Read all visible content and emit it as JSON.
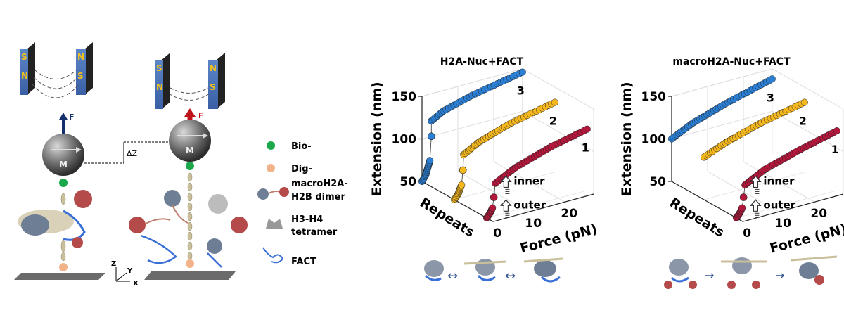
{
  "schematic": {
    "magnet_left": {
      "s": "S",
      "n": "N"
    },
    "magnet_right": {
      "n": "N",
      "s": "S"
    },
    "force_label": "F",
    "bead_label": "M",
    "delta_z": "ΔZ",
    "axes": {
      "z": "Z",
      "y": "Y",
      "x": "X"
    },
    "legend": [
      {
        "label": "Bio-",
        "color": "#1aa84a"
      },
      {
        "label": "Dig-",
        "color": "#f2b38a"
      },
      {
        "label": "macroH2A-",
        "label2": "H2B dimer"
      },
      {
        "label": "H3-H4",
        "label2": "tetramer"
      },
      {
        "label": "FACT"
      }
    ],
    "colors": {
      "force_dark": "#14306b",
      "force_red": "#c0141c",
      "dimer": "#b44a4a",
      "tetramer": "#8d8d8d",
      "fact": "#3a6fd8"
    }
  },
  "chart_data": [
    {
      "type": "scatter",
      "title": "H2A-Nuc+FACT",
      "xlabel": "Force (pN)",
      "ylabel": "Extension (nm)",
      "depth_label": "Repeats",
      "xticks": [
        "0",
        "10",
        "20"
      ],
      "yticks": [
        "50",
        "100",
        "150"
      ],
      "xlim": [
        0,
        28
      ],
      "ylim": [
        50,
        150
      ],
      "annotations": [
        "inner",
        "outer"
      ],
      "series": [
        {
          "name": "3",
          "color": "#2b7fd4",
          "repeat": 3,
          "segments": [
            [
              [
                0,
                50
              ],
              [
                1,
                56
              ],
              [
                2.2,
                72
              ]
            ],
            [
              [
                2.6,
                100
              ]
            ],
            [
              [
                2.6,
                118
              ],
              [
                6,
                126
              ],
              [
                14,
                135
              ],
              [
                28,
                146
              ]
            ]
          ]
        },
        {
          "name": "2",
          "color": "#f4b71d",
          "repeat": 2,
          "segments": [
            [
              [
                0,
                50
              ],
              [
                1,
                55
              ],
              [
                2,
                65
              ]
            ],
            [
              [
                2.4,
                82
              ]
            ],
            [
              [
                2.6,
                100
              ],
              [
                7,
                110
              ],
              [
                16,
                122
              ],
              [
                28,
                132
              ]
            ]
          ]
        },
        {
          "name": "1",
          "color": "#b3173b",
          "repeat": 1,
          "segments": [
            [
              [
                0,
                50
              ],
              [
                1,
                55
              ],
              [
                1.6,
                60
              ]
            ],
            [
              [
                2,
                72
              ]
            ],
            [
              [
                2.4,
                88
              ],
              [
                8,
                100
              ],
              [
                18,
                113
              ],
              [
                28,
                122
              ]
            ]
          ]
        }
      ]
    },
    {
      "type": "scatter",
      "title": "macroH2A-Nuc+FACT",
      "xlabel": "Force (pN)",
      "ylabel": "Extension (nm)",
      "depth_label": "Repeats",
      "xticks": [
        "0",
        "10",
        "20"
      ],
      "yticks": [
        "50",
        "100",
        "150"
      ],
      "xlim": [
        0,
        28
      ],
      "ylim": [
        50,
        150
      ],
      "annotations": [
        "inner",
        "outer"
      ],
      "series": [
        {
          "name": "3",
          "color": "#2b7fd4",
          "repeat": 3,
          "segments": [
            [
              [
                0,
                100
              ],
              [
                6,
                112
              ],
              [
                15,
                124
              ],
              [
                28,
                138
              ]
            ]
          ]
        },
        {
          "name": "2",
          "color": "#f4b71d",
          "repeat": 2,
          "segments": [
            [
              [
                0,
                100
              ],
              [
                6,
                110
              ],
              [
                16,
                122
              ],
              [
                28,
                132
              ]
            ]
          ]
        },
        {
          "name": "1",
          "color": "#b3173b",
          "repeat": 1,
          "segments": [
            [
              [
                0,
                50
              ],
              [
                1,
                55
              ],
              [
                1.6,
                60
              ]
            ],
            [
              [
                2,
                72
              ]
            ],
            [
              [
                2.4,
                86
              ],
              [
                8,
                98
              ],
              [
                18,
                110
              ],
              [
                28,
                120
              ]
            ]
          ]
        }
      ]
    }
  ],
  "transitions": {
    "left": [
      "↔",
      "↔"
    ],
    "right": [
      "→",
      "→"
    ]
  }
}
